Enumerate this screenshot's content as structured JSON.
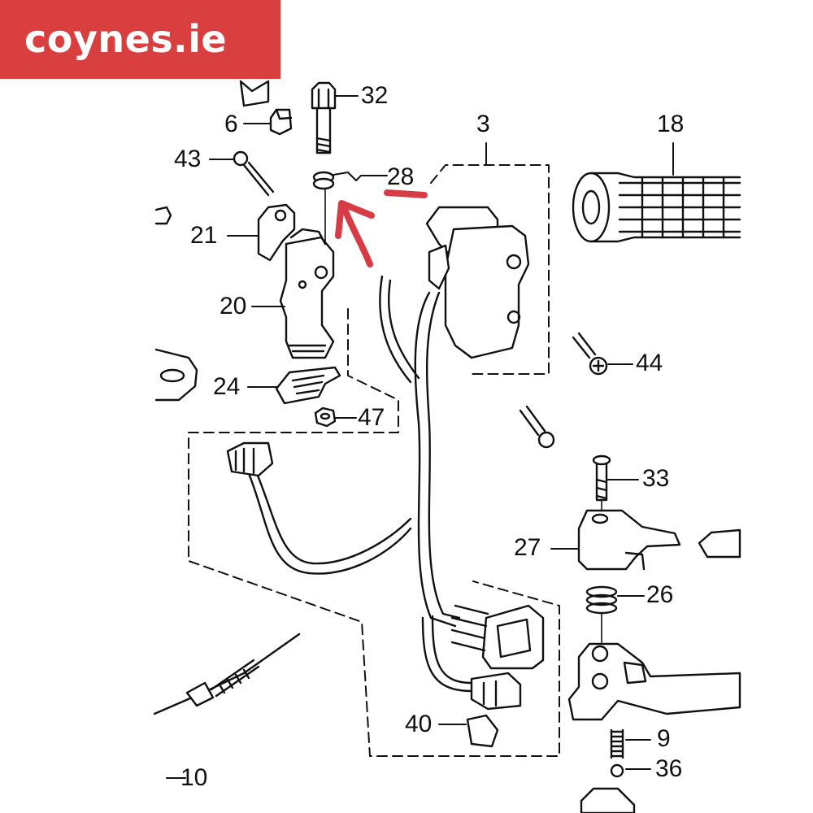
{
  "brand": {
    "text": "coynes.ie",
    "bg_color": "#d93f3f",
    "text_color": "#ffffff"
  },
  "annotation_color": "#d53c45",
  "parts": {
    "p32": "32",
    "p6": "6",
    "p43": "43",
    "p3": "3",
    "p18": "18",
    "p28": "28",
    "p21": "21",
    "p20": "20",
    "p44": "44",
    "p24": "24",
    "p47": "47",
    "p33": "33",
    "p27": "27",
    "p26": "26",
    "p40": "40",
    "p9": "9",
    "p36": "36",
    "p10": "10"
  }
}
